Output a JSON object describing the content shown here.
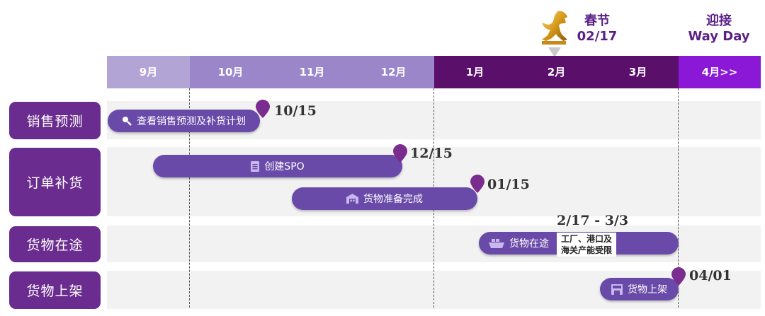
{
  "months": [
    "9月",
    "10月",
    "11月",
    "12月",
    "1月",
    "2月",
    "3月",
    "4月>>"
  ],
  "colors": {
    "m_light": "#b3a4d6",
    "m_mid": "#9a86c9",
    "m_dark": "#5a0f6b",
    "m_bright": "#8a18d6",
    "row_label": "#6a2c8f",
    "bar": "#6a4aa8",
    "pin": "#7b2c8f"
  },
  "markers": {
    "spring_title": "春节",
    "spring_date": "02/17",
    "wayday_title": "迎接",
    "wayday_sub": "Way Day"
  },
  "rows": [
    {
      "label": "销售预测"
    },
    {
      "label": "订单补货"
    },
    {
      "label": "货物在途"
    },
    {
      "label": "货物上架"
    }
  ],
  "bars": {
    "forecast": "查看销售预测及补货计划",
    "create_spo": "创建SPO",
    "goods_ready": "货物准备完成",
    "in_transit": "货物在途",
    "in_transit_note_1": "工厂、港口及",
    "in_transit_note_2": "海关产能受限",
    "shelving": "货物上架"
  },
  "dates": {
    "d1": "10/15",
    "d2": "12/15",
    "d3": "01/15",
    "d4": "2/17 - 3/3",
    "d5": "04/01"
  }
}
